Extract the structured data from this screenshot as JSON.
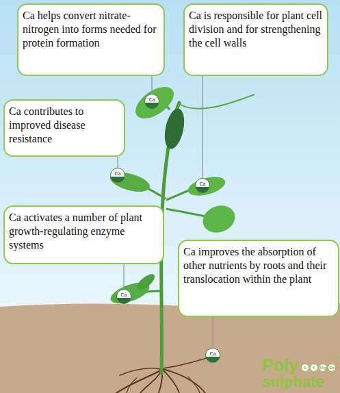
{
  "diagram": {
    "nodes": [
      {
        "text": [
          "Ca helps convert nitrate-nitrogen into forms needed for protein formation"
        ]
      },
      {
        "text": [
          "Ca is responsible for plant cell division and for strengthening the cell walls"
        ]
      },
      {
        "text": [
          "Ca contributes to improved disease resistance"
        ]
      },
      {
        "text": [
          "Ca activates a number of plant growth-regulating enzyme systems"
        ]
      },
      {
        "text": [
          "Ca improves the absorption of other nutrients by roots and their translocation within the plant"
        ]
      },
      {
        "text": [
          "Ca"
        ]
      },
      {
        "text": [
          "Ca"
        ]
      },
      {
        "text": [
          "Ca"
        ]
      },
      {
        "text": [
          "Ca"
        ]
      },
      {
        "text": [
          "Ca"
        ]
      }
    ],
    "edges": [
      {
        "from": 0,
        "to": 5,
        "arrow": "none"
      },
      {
        "from": 1,
        "to": 7,
        "arrow": "none"
      },
      {
        "from": 2,
        "to": 6,
        "arrow": "none"
      },
      {
        "from": 3,
        "to": 8,
        "arrow": "none"
      },
      {
        "from": 4,
        "to": 9,
        "arrow": "none"
      }
    ],
    "labels": [
      "Poly",
      "S",
      "K",
      "Mg",
      "Ca",
      "sulphate",
      "®"
    ]
  }
}
